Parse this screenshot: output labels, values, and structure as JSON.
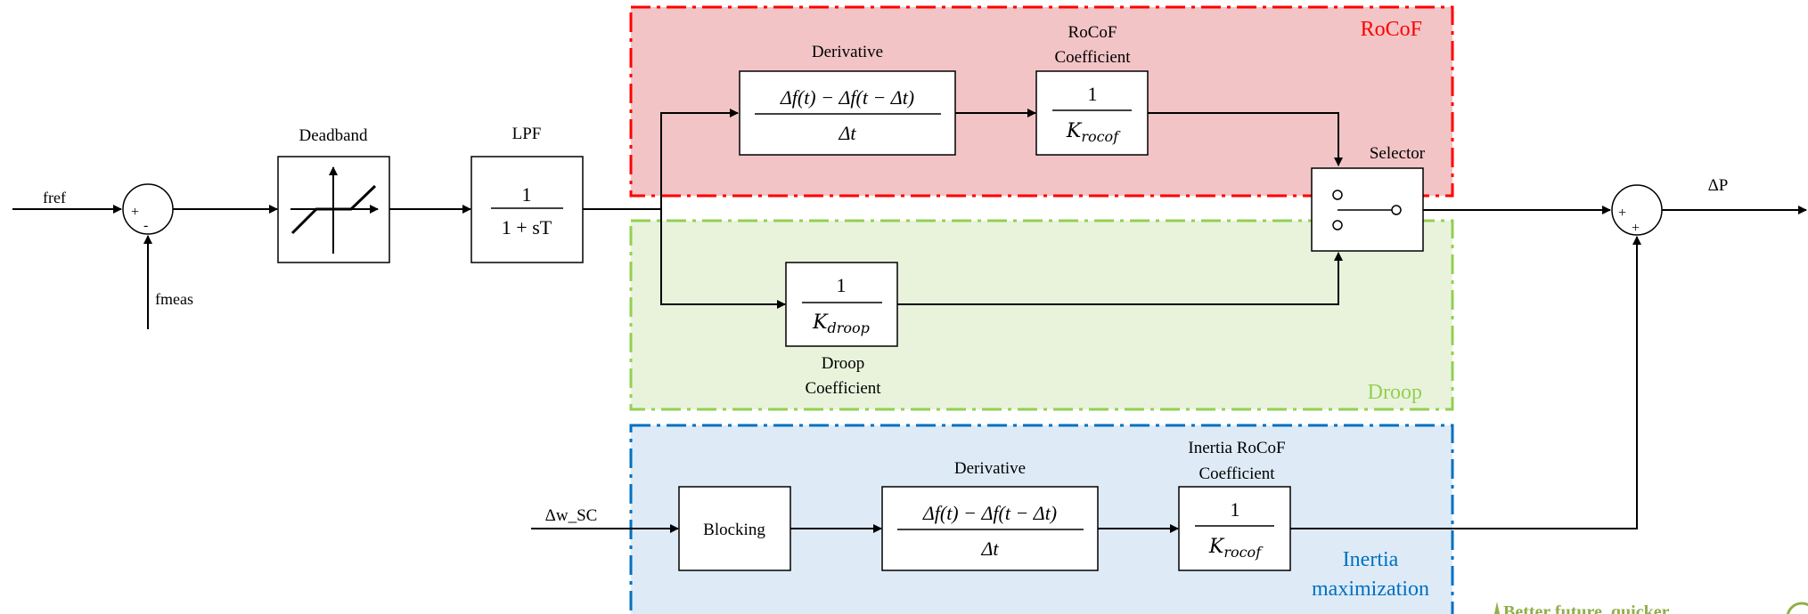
{
  "colors": {
    "rocof_region_fill": "#f2c4c6",
    "rocof_region_border": "#ff0000",
    "droop_region_fill": "#e9f3dc",
    "droop_region_border": "#92d050",
    "inertia_region_fill": "#deebf7",
    "inertia_region_border": "#0070c0",
    "line": "#000000",
    "watermark": "#8fb04a"
  },
  "regions": {
    "rocof": "RoCoF",
    "droop": "Droop",
    "inertia_line1": "Inertia",
    "inertia_line2": "maximization"
  },
  "signals": {
    "fref": "fref",
    "fmeas": "fmeas",
    "delta_p": "ΔP",
    "delta_w_sc": "Δw_SC"
  },
  "sum_signs": {
    "input_plus": "+",
    "input_minus": "-",
    "output_plus_left": "+",
    "output_plus_bottom": "+"
  },
  "blocks": {
    "deadband_label": "Deadband",
    "lpf_label": "LPF",
    "lpf_numerator": "1",
    "lpf_denominator": "1 + sT",
    "derivative_label": "Derivative",
    "derivative_numerator": "Δf(t) − Δf(t − Δt)",
    "derivative_denominator": "Δt",
    "rocof_coef_label_line1": "RoCoF",
    "rocof_coef_label_line2": "Coefficient",
    "rocof_coef_numerator": "1",
    "rocof_coef_denominator_main": "K",
    "rocof_coef_denominator_sub": "rocof",
    "selector_label": "Selector",
    "droop_numerator": "1",
    "droop_denominator_main": "K",
    "droop_denominator_sub": "droop",
    "droop_label_line1": "Droop",
    "droop_label_line2": "Coefficient",
    "blocking_label": "Blocking",
    "inertia_derivative_label": "Derivative",
    "inertia_derivative_numerator": "Δf(t) − Δf(t − Δt)",
    "inertia_derivative_denominator": "Δt",
    "inertia_coef_label_line1": "Inertia RoCoF",
    "inertia_coef_label_line2": "Coefficient",
    "inertia_coef_numerator": "1",
    "inertia_coef_denominator_main": "K",
    "inertia_coef_denominator_sub": "rocof"
  },
  "watermark": {
    "text": "Better future, quicker"
  }
}
